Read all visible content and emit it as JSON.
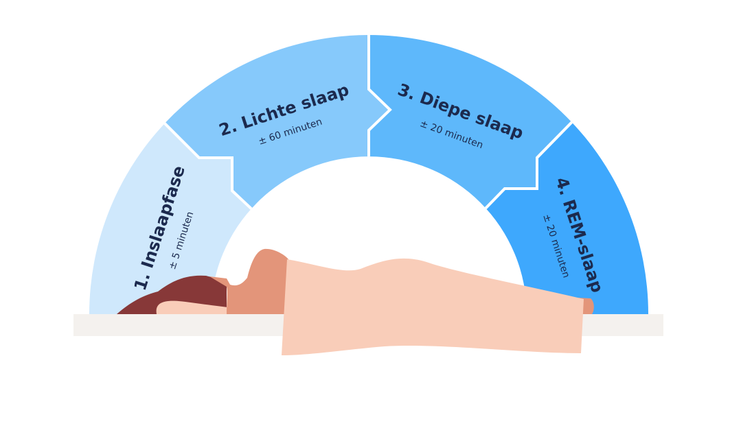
{
  "stages": [
    {
      "title": "1. Inslaapfase",
      "duration": "± 5 minuten",
      "color": "#cfe8fc"
    },
    {
      "title": "2. Lichte slaap",
      "duration": "± 60 minuten",
      "color": "#86c9fb"
    },
    {
      "title": "3. Diepe slaap",
      "duration": "± 20 minuten",
      "color": "#5eb8fb"
    },
    {
      "title": "4. REM-slaap",
      "duration": "± 20 minuten",
      "color": "#3ea8fd"
    }
  ],
  "colors": {
    "bed": "#f4f1ee",
    "blanket": "#f9cdb9",
    "skin": "#e3957a",
    "hair": "#873838",
    "text": "#1c2a4e"
  }
}
